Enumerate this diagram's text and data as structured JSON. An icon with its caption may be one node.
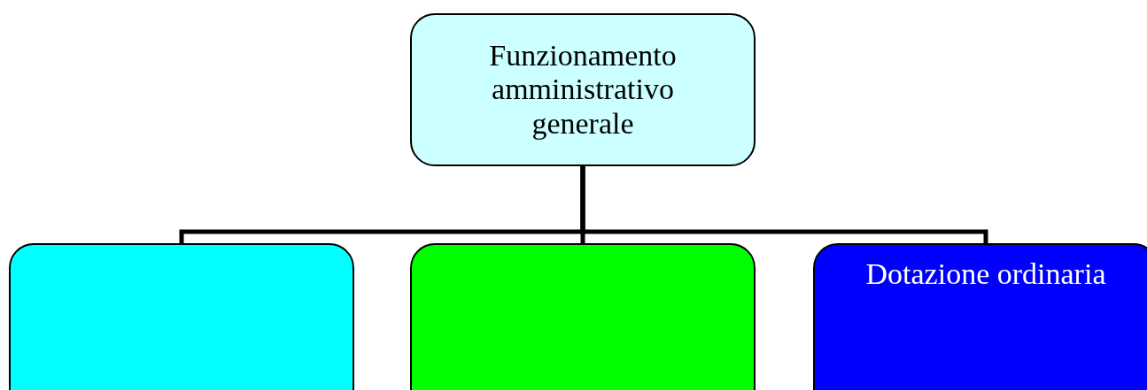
{
  "diagram": {
    "nodes": [
      {
        "text": [
          "Funzionamento amministrativo generale"
        ]
      },
      {
        "text": [],
        "shape": "box"
      },
      {
        "text": [],
        "shape": "box"
      },
      {
        "text": [
          "Dotazione ordinaria"
        ]
      }
    ],
    "edges": [
      {
        "from": 0,
        "to": 1,
        "arrow": "none"
      },
      {
        "from": 0,
        "to": 2,
        "arrow": "none"
      },
      {
        "from": 0,
        "to": 3,
        "arrow": "none"
      }
    ]
  }
}
